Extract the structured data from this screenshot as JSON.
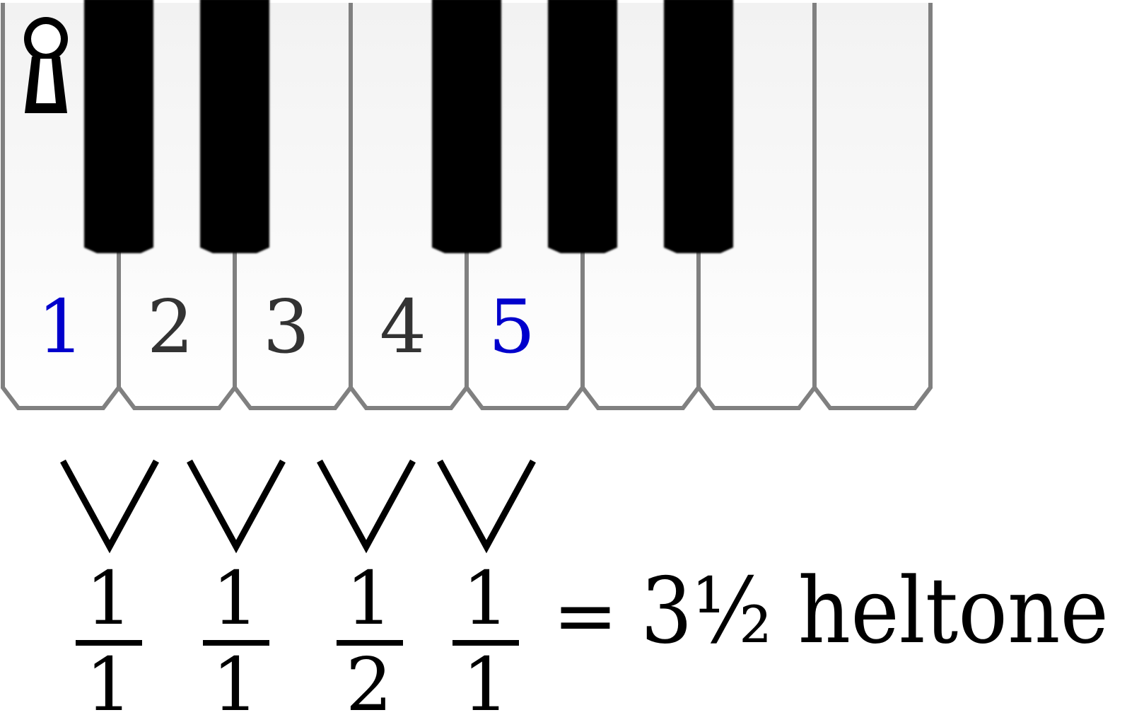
{
  "keyboard": {
    "white_key_count": 8,
    "black_key_count": 5,
    "key_labels": [
      {
        "text": "1",
        "color": "#0000cc"
      },
      {
        "text": "2",
        "color": "#333333"
      },
      {
        "text": "3",
        "color": "#333333"
      },
      {
        "text": "4",
        "color": "#333333"
      },
      {
        "text": "5",
        "color": "#0000cc"
      }
    ],
    "lock_icon": "keyhole-icon",
    "white_key_gradient_top": "#f2f2f2",
    "white_key_gradient_bottom": "#ffffff",
    "white_key_outline": "#808080",
    "black_key_color": "#000000"
  },
  "intervals": [
    {
      "numerator": "1",
      "denominator": "1"
    },
    {
      "numerator": "1",
      "denominator": "1"
    },
    {
      "numerator": "1",
      "denominator": "2"
    },
    {
      "numerator": "1",
      "denominator": "1"
    }
  ],
  "equation": {
    "equals": "=",
    "result": "3½ heltone"
  },
  "text_color": "#000000"
}
